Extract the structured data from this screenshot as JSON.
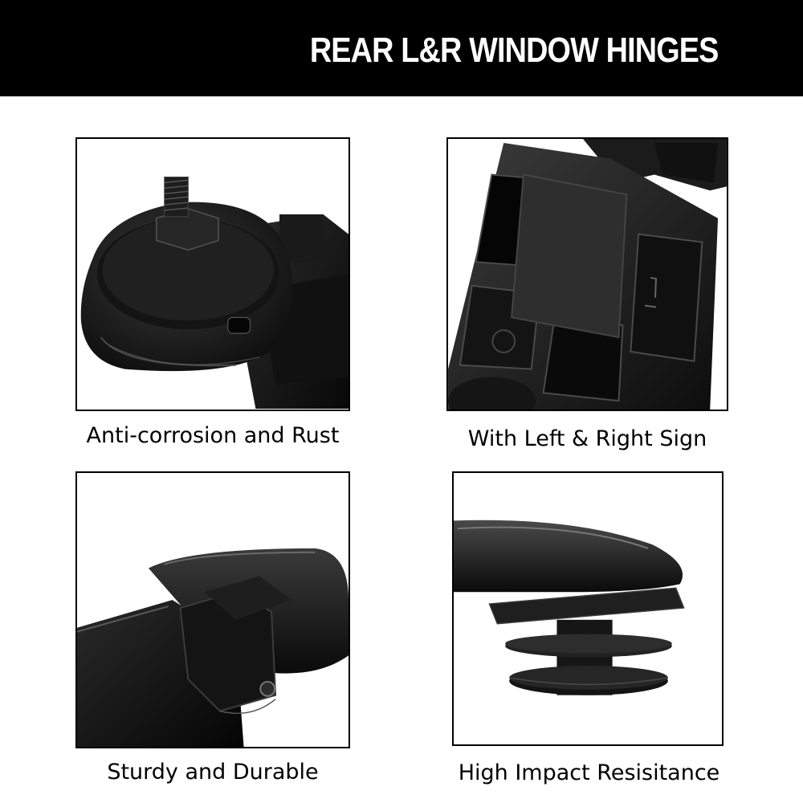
{
  "banner": {
    "title": "REAR L&R WINDOW HINGES",
    "background_color": "#000000",
    "text_color": "#ffffff"
  },
  "features": [
    {
      "caption": "Anti-corrosion and Rust",
      "image": "hinge-bolt-closeup"
    },
    {
      "caption": "With Left & Right Sign",
      "image": "hinge-foam-pad-closeup"
    },
    {
      "caption": "Sturdy and Durable",
      "image": "hinge-pivot-closeup"
    },
    {
      "caption": "High Impact Resisitance",
      "image": "hinge-mount-stud-closeup"
    }
  ]
}
